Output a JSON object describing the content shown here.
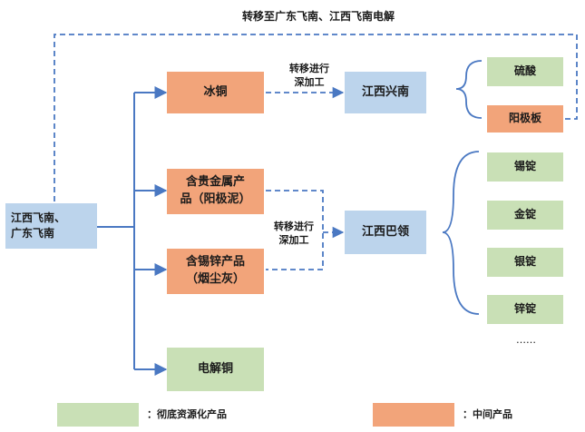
{
  "top_label": "转移至广东飞南、江西飞南电解",
  "source": "江西飞南、\n广东飞南",
  "products": {
    "ice_copper": "冰铜",
    "precious_metal": "含贵金属产\n品（阳极泥）",
    "tin_zinc": "含锡锌产品\n（烟尘灰）",
    "electrolytic_copper": "电解铜"
  },
  "transfer_label_1": "转移进行\n深加工",
  "transfer_label_2": "转移进行\n深加工",
  "processors": {
    "xingnan": "江西兴南",
    "bading": "江西巴领"
  },
  "xingnan_outputs": [
    "硫酸",
    "阳极板"
  ],
  "bading_outputs": [
    "锡锭",
    "金锭",
    "银锭",
    "锌锭"
  ],
  "bading_more": "……",
  "legend": [
    {
      "label": "：彻底资源化产品",
      "color": "#c9e0b6"
    },
    {
      "label": "：中间产品",
      "color": "#f2a47a"
    }
  ],
  "colors": {
    "arrow": "#4a78c2",
    "dashed": "#4a78c2"
  }
}
